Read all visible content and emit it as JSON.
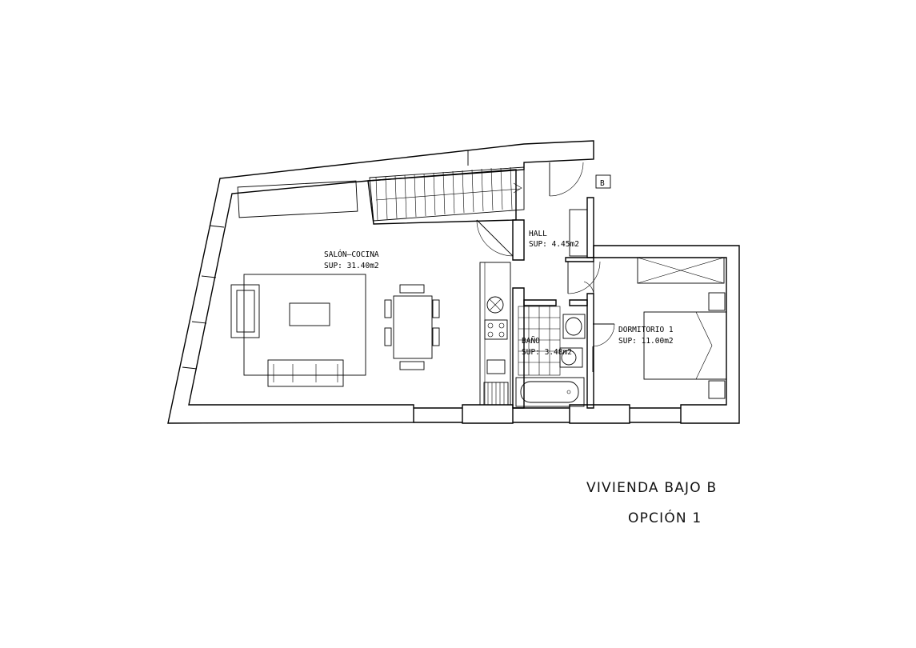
{
  "plan": {
    "unit_marker": "B",
    "rooms": [
      {
        "name": "SALÓN–COCINA",
        "area": "SUP: 31.40m2"
      },
      {
        "name": "HALL",
        "area": "SUP: 4.45m2"
      },
      {
        "name": "BAÑO",
        "area": "SUP: 3.48m2"
      },
      {
        "name": "DORMITORIO 1",
        "area": "SUP: 11.00m2"
      }
    ]
  },
  "title": {
    "line1": "VIVIENDA BAJO B",
    "line2": "OPCIÓN 1"
  }
}
